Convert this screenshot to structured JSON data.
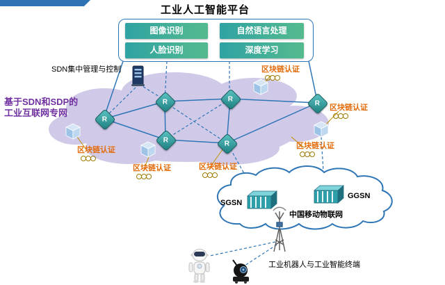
{
  "colors": {
    "accent_blue": "#2E75B6",
    "banner_blue": "#2E74B5",
    "module_teal_start": "#2FA3A3",
    "module_teal_end": "#54BA8E",
    "purple_text": "#7030A0",
    "orange_text": "#E36C0A",
    "chain_gold": "#9C7A00",
    "cloud_lavender": "#D0CAE8",
    "router_teal": "#1E7F7F",
    "cube_blue": "#9DC3E6",
    "firewall_teal": "#2E9EA8"
  },
  "icons": {
    "server": "sdn-controller-server-icon",
    "router": "router-diamond-icon",
    "cube": "network-cube-icon",
    "chain": "blockchain-chain-icon",
    "firewall": "gateway-firewall-icon",
    "tower": "cell-tower-icon",
    "robot": "industrial-robot-icon",
    "camera_robot": "smart-terminal-icon",
    "cloud": "network-cloud-shape"
  },
  "banner": {
    "title": "工业人工智能平台"
  },
  "platform": {
    "modules": [
      {
        "label": "图像识别"
      },
      {
        "label": "自然语言处理"
      },
      {
        "label": "人脸识别"
      },
      {
        "label": "深度学习"
      }
    ]
  },
  "sdn": {
    "control_label": "SDN集中管理与控制"
  },
  "network": {
    "name_line1": "基于SDN和SDP的",
    "name_line2": "工业互联网专网",
    "router_label": "R",
    "blockchain_label": "区块链认证"
  },
  "mobile": {
    "sgsn": "SGSN",
    "ggsn": "GGSN",
    "name": "中国移动物联网"
  },
  "terminals": {
    "label": "工业机器人与工业智能终端"
  }
}
